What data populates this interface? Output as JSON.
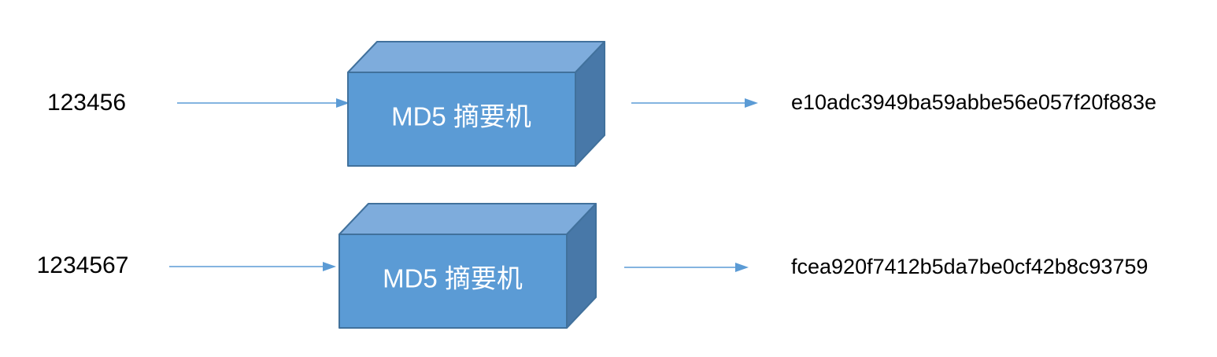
{
  "diagram": {
    "rows": [
      {
        "input": "123456",
        "process_label": "MD5 摘要机",
        "output": "e10adc3949ba59abbe56e057f20f883e"
      },
      {
        "input": "1234567",
        "process_label": "MD5 摘要机",
        "output": "fcea920f7412b5da7be0cf42b8c93759"
      }
    ],
    "colors": {
      "box_front": "#5b9bd5",
      "box_top": "#7eacdc",
      "box_side": "#4878a8",
      "box_border": "#41719c",
      "arrow": "#5b9bd5",
      "input_text": "#000000",
      "box_label_text": "#ffffff",
      "background": "#ffffff"
    }
  }
}
